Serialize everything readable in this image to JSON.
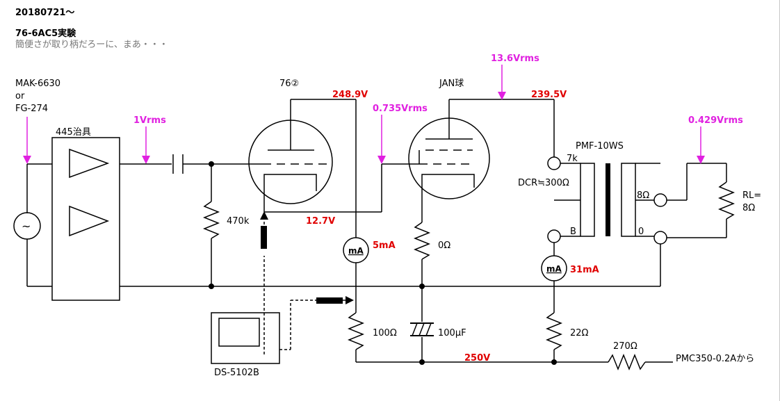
{
  "header": {
    "date": "20180721～",
    "title": "76-6AC5実験",
    "comment": "簡便さが取り柄だろーに、まあ・・・"
  },
  "source": {
    "line1": "MAK-6630",
    "line2": "or",
    "line3": "FG-274"
  },
  "jig": {
    "label": "445治具"
  },
  "tubes": {
    "first": "76②",
    "second": "JAN球"
  },
  "transformer": {
    "name": "PMF-10WS",
    "tap_7k": "7k",
    "dcr": "DCR≒300Ω",
    "tap_b": "B",
    "tap_8": "8Ω",
    "tap_0": "0"
  },
  "load": {
    "line1": "RL=",
    "line2": "8Ω"
  },
  "components": {
    "r_grid": "470k",
    "r_cathode2": "0Ω",
    "r_plate1": "100Ω",
    "cap": "100μF",
    "r_22": "22Ω",
    "r_270": "270Ω"
  },
  "meters": {
    "unit": "mA",
    "m1_value": "5mA",
    "m2_value": "31mA"
  },
  "voltages": {
    "v1_plate": "248.9V",
    "v1_cathode": "12.7V",
    "v2_plate": "239.5V",
    "supply": "250V"
  },
  "signals": {
    "in": "1Vrms",
    "mid": "0.735Vrms",
    "plate2": "13.6Vrms",
    "out": "0.429Vrms"
  },
  "scope": {
    "label": "DS-5102B"
  },
  "supply_label": "PMC350-0.2Aから"
}
